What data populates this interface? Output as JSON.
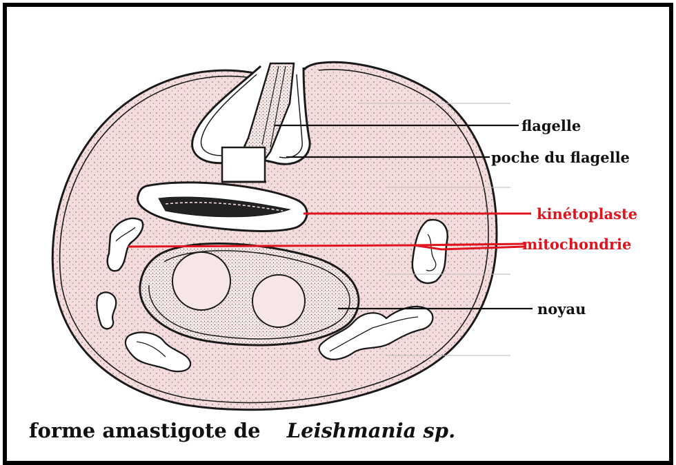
{
  "labels": {
    "flagelle": "flagelle",
    "poche": "poche du flagelle",
    "kineto": "kinétoplaste",
    "mito": "mitochondrie",
    "noyau": "noyau"
  },
  "caption": {
    "prefix": "forme amastigote de",
    "species": "Leishmania sp."
  },
  "colors": {
    "cell_fill": "#f5dcdc",
    "outline": "#1a1a1a",
    "highlight_red": "#e0141e",
    "frame": "#000000"
  }
}
